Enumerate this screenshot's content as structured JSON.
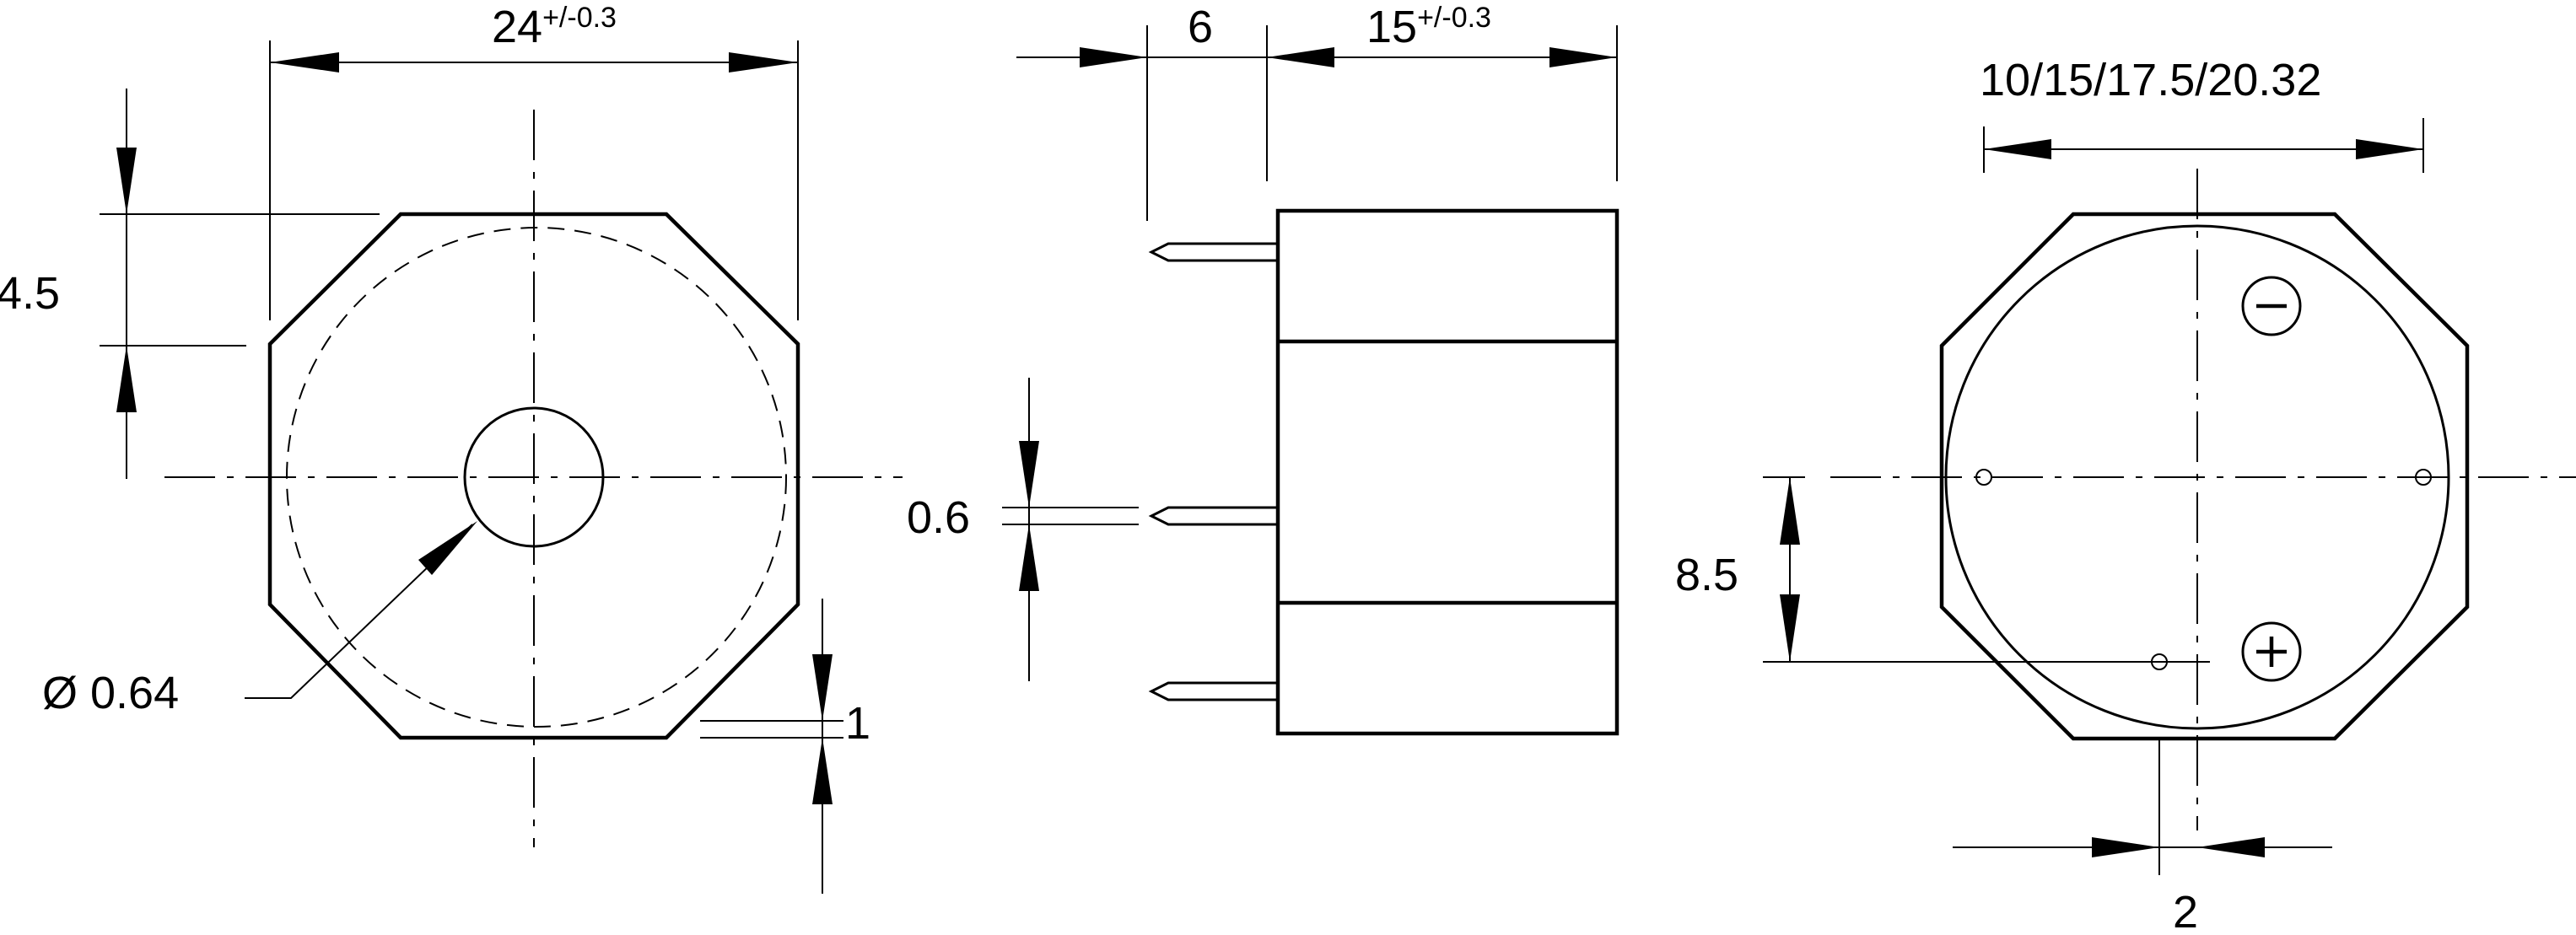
{
  "labels": {
    "width_main": "24",
    "width_main_tol": "+/-0.3",
    "pin_length": "6",
    "body_height": "15",
    "body_height_tol": "+/-0.3",
    "pin_spacing_options": "10/15/17.5/20.32",
    "flat_offset": "4.5",
    "pin_diameter": "0.6",
    "hole_diameter": "Ø 0.64",
    "bottom_gap": "1",
    "pin_offset_vertical": "8.5",
    "pin_offset_horizontal": "2",
    "polarity_negative": "−",
    "polarity_positive": "+"
  }
}
